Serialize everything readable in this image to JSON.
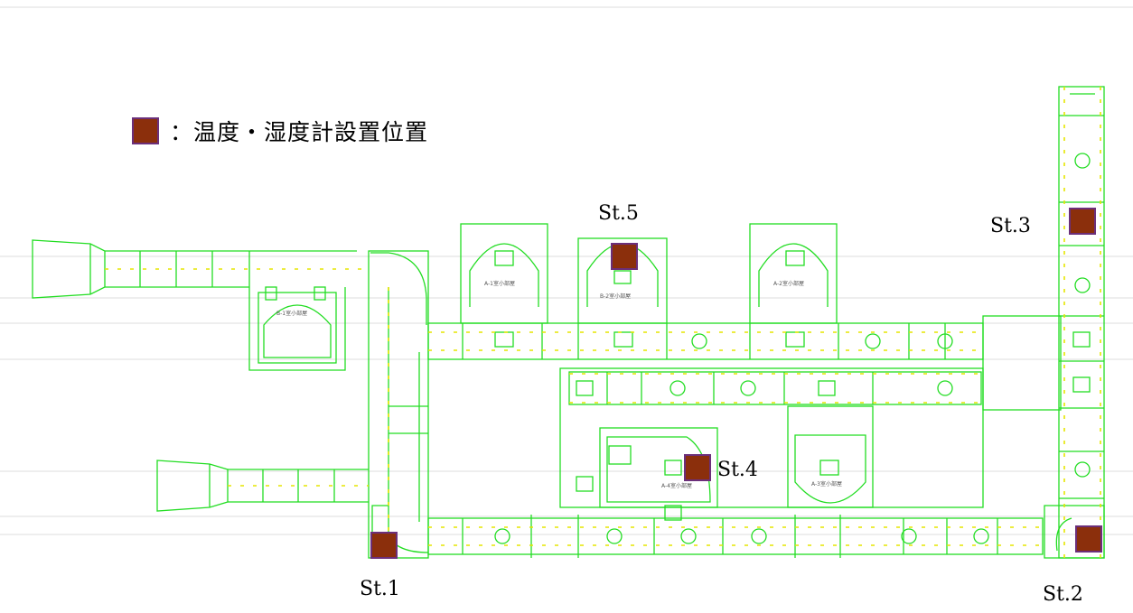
{
  "legend": {
    "marker_color": "#8b2f0c",
    "marker_border": "#6b2f7a",
    "text": "：温度・湿度計設置位置"
  },
  "stations": [
    {
      "label": "St.1"
    },
    {
      "label": "St.2"
    },
    {
      "label": "St.3"
    },
    {
      "label": "St.4"
    },
    {
      "label": "St.5"
    }
  ],
  "room_labels": [
    "B-1室小部屋",
    "A-1室小部屋",
    "B-2室小部屋",
    "A-2室小部屋",
    "A-4室小部屋",
    "A-3室小部屋"
  ],
  "colors": {
    "wall": "#22dd22",
    "dashed": "#e6e600",
    "gridline": "#dcdcdc"
  }
}
